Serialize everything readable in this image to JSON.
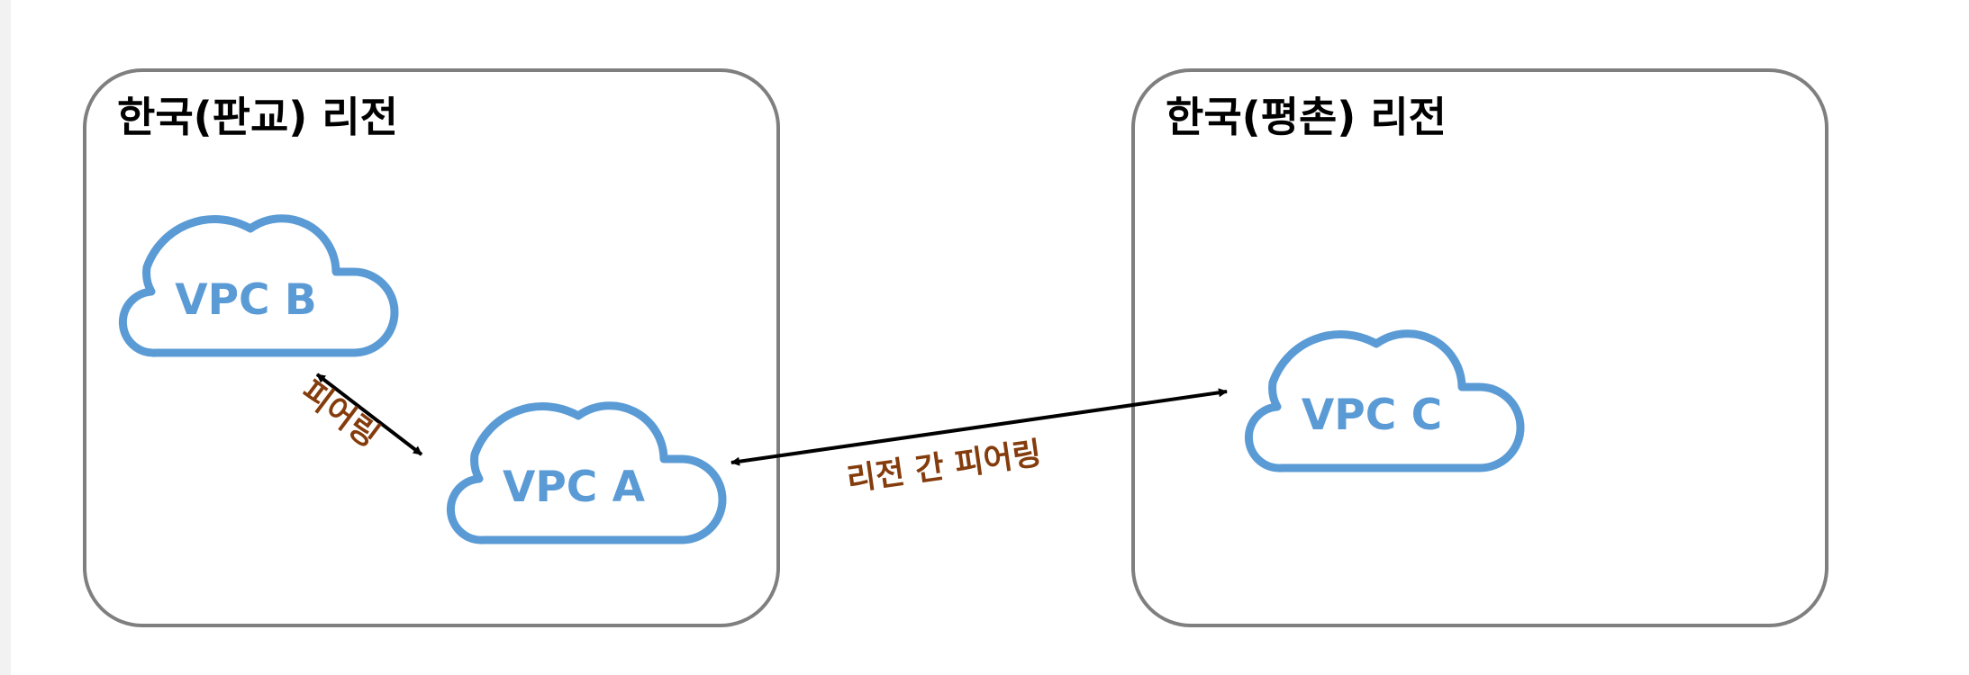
{
  "regions": [
    {
      "title": "한국(판교) 리전"
    },
    {
      "title": "한국(평촌) 리전"
    }
  ],
  "vpcs": [
    {
      "label": "VPC B"
    },
    {
      "label": "VPC A"
    },
    {
      "label": "VPC C"
    }
  ],
  "links": {
    "intra_region": "피어링",
    "inter_region": "리전 간 피어링"
  },
  "colors": {
    "region_border": "#7f7f7f",
    "vpc_accent": "#5b9bd5",
    "link_label": "#843c0c",
    "arrow": "#000000",
    "title_text": "#000000"
  }
}
